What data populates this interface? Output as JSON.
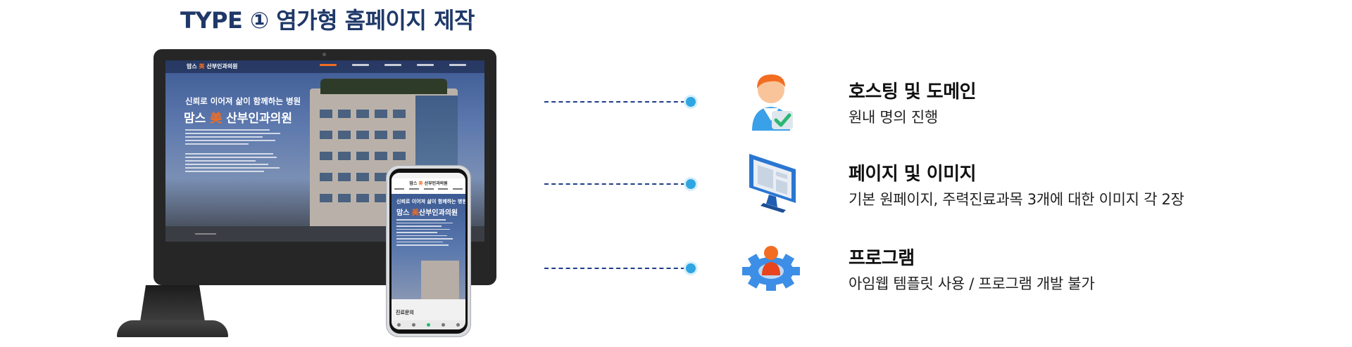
{
  "title": "TYPE ① 염가형 홈페이지 제작",
  "desktop_mockup": {
    "logo_pre": "맘스",
    "logo_mi": "美",
    "logo_post": "산부인과의원",
    "hero_sub": "신뢰로 이어져 삶이 함께하는 병원",
    "hero_title_pre": "맘스",
    "hero_title_mi": "美",
    "hero_title_post": "산부인과의원"
  },
  "phone_mockup": {
    "logo_pre": "맘스",
    "logo_mi": "美",
    "logo_post": "산부인과의원",
    "hero_sub": "신뢰로 이어져 삶이 함께하는 병원",
    "hero_title_pre": "맘스",
    "hero_title_mi": "美",
    "hero_title_post": "산부인과의원",
    "bottom_name": "진료문의"
  },
  "features": [
    {
      "icon": "person-check-icon",
      "title": "호스팅 및 도메인",
      "description": "원내 명의 진행"
    },
    {
      "icon": "monitor-icon",
      "title": "페이지 및 이미지",
      "description": "기본 원페이지, 주력진료과목 3개에 대한 이미지 각 2장"
    },
    {
      "icon": "gear-person-icon",
      "title": "프로그램",
      "description": "아임웹 템플릿 사용 / 프로그램 개발 불가"
    }
  ],
  "colors": {
    "title": "#1f3868",
    "accent_orange": "#f26d21",
    "dash_line": "#1f3d8a",
    "dot": "#2fa6e2"
  }
}
